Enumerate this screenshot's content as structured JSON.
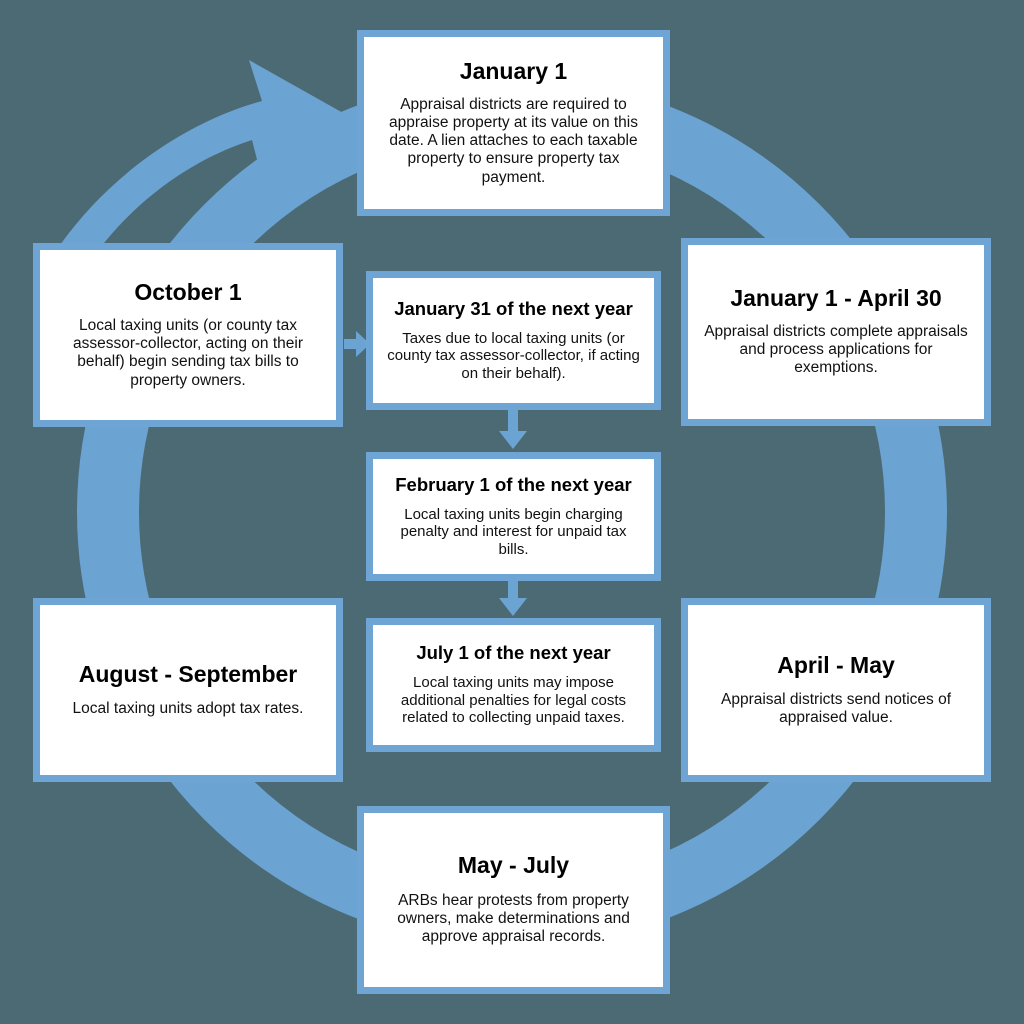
{
  "diagram": {
    "type": "cycle",
    "background_color": "#4c6a73",
    "ring_color": "#6ba3d3",
    "node_border_color": "#6ea5d4",
    "node_fill_color": "#ffffff",
    "text_color": "#000000"
  },
  "outer_nodes": [
    {
      "id": "jan1",
      "position": "top",
      "title": "January 1",
      "desc": "Appraisal districts are required to appraise property at its value on this date. A lien attaches to each taxable property to ensure property tax payment."
    },
    {
      "id": "jan1-apr30",
      "position": "right-upper",
      "title": "January 1 - April 30",
      "desc": "Appraisal districts complete appraisals and process applications for exemptions."
    },
    {
      "id": "apr-may",
      "position": "right-lower",
      "title": "April - May",
      "desc": "Appraisal districts send notices of appraised value."
    },
    {
      "id": "may-jul",
      "position": "bottom",
      "title": "May - July",
      "desc": "ARBs hear protests from property owners, make determinations and approve appraisal records."
    },
    {
      "id": "aug-sep",
      "position": "left-lower",
      "title": "August - September",
      "desc": "Local taxing units adopt tax rates."
    },
    {
      "id": "oct1",
      "position": "left-upper",
      "title": "October 1",
      "desc": "Local taxing units (or county tax assessor-collector, acting on their behalf) begin sending tax bills to property owners."
    }
  ],
  "inner_nodes": [
    {
      "id": "jan31",
      "title": "January 31 of the next year",
      "desc": "Taxes due to local taxing units (or county tax assessor-collector, if acting on their behalf)."
    },
    {
      "id": "feb1",
      "title": "February 1 of the next year",
      "desc": "Local taxing units begin charging penalty and interest for unpaid tax bills."
    },
    {
      "id": "jul1",
      "title": "July 1 of the next year",
      "desc": "Local taxing units may impose additional penalties for legal costs related to collecting unpaid taxes."
    }
  ],
  "connectors": [
    {
      "id": "oct1-to-jan31",
      "from": "oct1",
      "to": "jan31",
      "direction": "right"
    },
    {
      "id": "jan31-to-feb1",
      "from": "jan31",
      "to": "feb1",
      "direction": "down"
    },
    {
      "id": "feb1-to-jul1",
      "from": "feb1",
      "to": "jul1",
      "direction": "down"
    },
    {
      "id": "cycle-arrow",
      "from": "oct1",
      "to": "jan1",
      "direction": "up-right"
    }
  ]
}
